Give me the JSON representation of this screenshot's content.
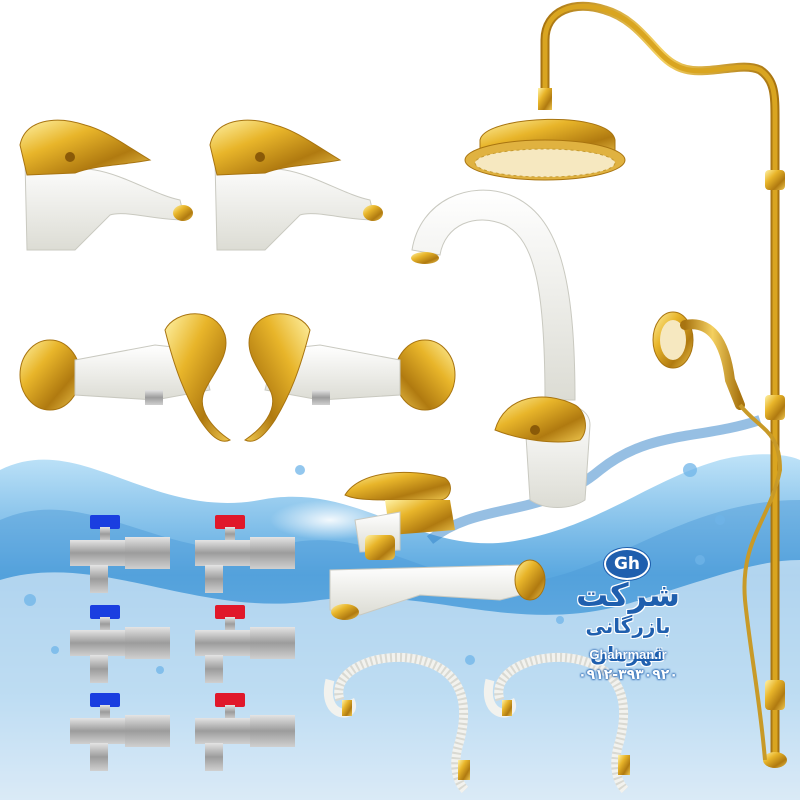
{
  "image": {
    "subject": "Gold and white bathroom faucet set product collage",
    "colors": {
      "gold": "#d9a520",
      "gold_dark": "#a87410",
      "white_body": "#f7f7f2",
      "water_blue": "#2e7fc8",
      "valve_blue": "#1a3ee0",
      "valve_red": "#e0182a",
      "brand_blue": "#1f5fae"
    }
  },
  "logo": {
    "badge": "Gh",
    "title_line1": "شرکت",
    "title_line2": "بازرگانی قهرمان",
    "website": "Ghahrman.ir",
    "phone": "۰۹۱۲-۳۹۳۰۹۲۰"
  },
  "products": [
    {
      "icon": "basin-faucet-icon"
    },
    {
      "icon": "basin-faucet-icon"
    },
    {
      "icon": "wall-mixer-icon"
    },
    {
      "icon": "wall-mixer-icon"
    },
    {
      "icon": "kitchen-faucet-icon"
    },
    {
      "icon": "bath-mixer-icon"
    },
    {
      "icon": "shower-column-icon"
    },
    {
      "icon": "angle-valve-icon",
      "handle_color": "blue"
    },
    {
      "icon": "angle-valve-icon",
      "handle_color": "red"
    },
    {
      "icon": "shower-hose-icon"
    }
  ]
}
